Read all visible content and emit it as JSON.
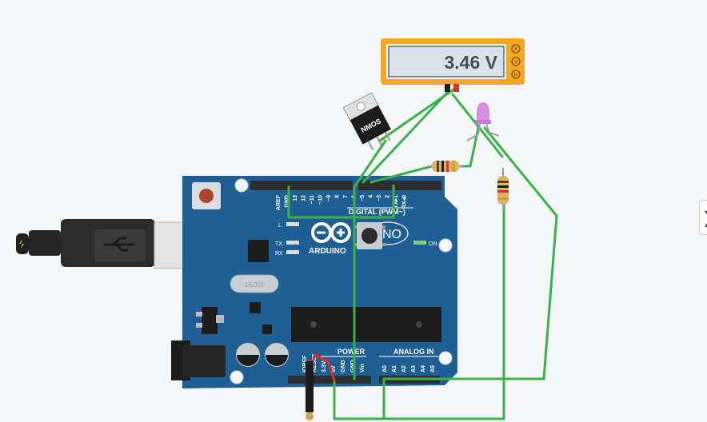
{
  "multimeter": {
    "reading": "3.46 V",
    "modes": [
      "A",
      "V",
      "R"
    ]
  },
  "mosfet": {
    "label": "NMOS"
  },
  "arduino": {
    "brand": "ARDUINO",
    "model_suffix": "NO",
    "digital_header_label": "DIGITAL (PWM~)",
    "power_label": "POWER",
    "analog_label": "ANALOG IN",
    "on_label": "ON",
    "led_l": "L",
    "led_tx": "TX",
    "led_rx": "RX",
    "digital_pins": [
      "AREF",
      "GND",
      "13",
      "12",
      "~11",
      "~10",
      "~9",
      "8",
      "7",
      "~6",
      "~5",
      "4",
      "~3",
      "2",
      "TX▸1",
      "RX◂0"
    ],
    "power_pins": [
      "IOREF",
      "RESET",
      "3.3V",
      "5V",
      "GND",
      "GND",
      "Vin"
    ],
    "analog_pins": [
      "A0",
      "A1",
      "A2",
      "A3",
      "A4",
      "A5"
    ],
    "crystal_text": "16.000"
  },
  "colors": {
    "board": "#1f5f93",
    "wire": "#3cb14a",
    "wire_red": "#d9302f",
    "multimeter_body": "#f5a623",
    "led": "#d68fde"
  }
}
